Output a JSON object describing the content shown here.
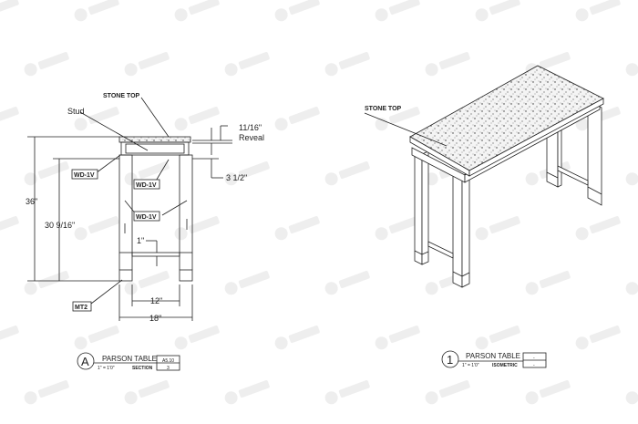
{
  "watermark": "BluEnt",
  "section_view": {
    "labels": {
      "stone_top": "STONE TOP",
      "stud": "Stud",
      "reveal_dim": "11/16\"",
      "reveal": "Reveal",
      "apron_dim": "3 1/2\"",
      "overall_height": "36\"",
      "leg_height": "30 9/16\"",
      "stretcher_dim": "1\"",
      "inner_width": "12\"",
      "overall_width": "18\"",
      "tags": [
        "WD-1V",
        "WD-1V",
        "WD-1V",
        "MT2"
      ]
    },
    "title_block": {
      "marker": "A",
      "title": "PARSON TABLE",
      "scale": "1\" = 1'0\"",
      "type": "SECTION",
      "sheet": "A5.10",
      "detail": "3"
    }
  },
  "isometric_view": {
    "labels": {
      "stone_top": "STONE TOP"
    },
    "title_block": {
      "marker": "1",
      "title": "PARSON TABLE",
      "scale": "1\" = 1'0\"",
      "type": "ISOMETRIC",
      "sheet": "-",
      "detail": "-"
    }
  },
  "colors": {
    "line": "#222222",
    "watermark": "#eeeeee"
  }
}
